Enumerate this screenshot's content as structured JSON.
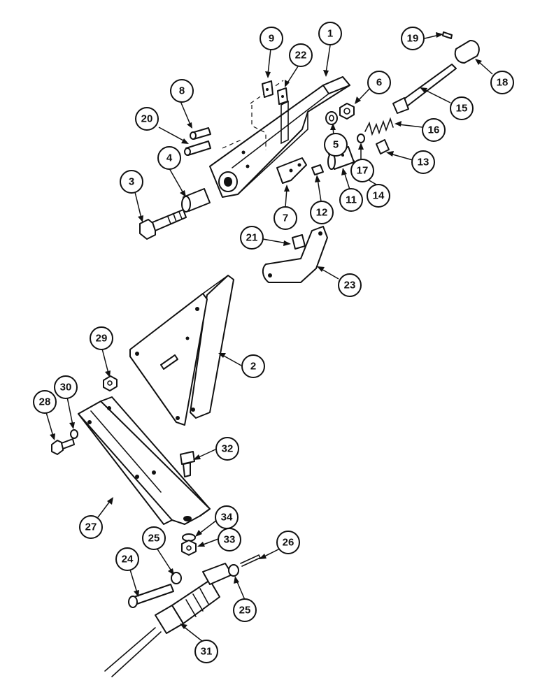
{
  "diagram": {
    "callouts": [
      {
        "id": "c1",
        "label": "1"
      },
      {
        "id": "c2",
        "label": "2"
      },
      {
        "id": "c3",
        "label": "3"
      },
      {
        "id": "c4",
        "label": "4"
      },
      {
        "id": "c5",
        "label": "5"
      },
      {
        "id": "c6",
        "label": "6"
      },
      {
        "id": "c7",
        "label": "7"
      },
      {
        "id": "c8",
        "label": "8"
      },
      {
        "id": "c9",
        "label": "9"
      },
      {
        "id": "c11",
        "label": "11"
      },
      {
        "id": "c12",
        "label": "12"
      },
      {
        "id": "c13",
        "label": "13"
      },
      {
        "id": "c14",
        "label": "14"
      },
      {
        "id": "c15",
        "label": "15"
      },
      {
        "id": "c16",
        "label": "16"
      },
      {
        "id": "c17",
        "label": "17"
      },
      {
        "id": "c18",
        "label": "18"
      },
      {
        "id": "c19",
        "label": "19"
      },
      {
        "id": "c20",
        "label": "20"
      },
      {
        "id": "c21",
        "label": "21"
      },
      {
        "id": "c22",
        "label": "22"
      },
      {
        "id": "c23",
        "label": "23"
      },
      {
        "id": "c24",
        "label": "24"
      },
      {
        "id": "c25a",
        "label": "25"
      },
      {
        "id": "c25b",
        "label": "25"
      },
      {
        "id": "c26",
        "label": "26"
      },
      {
        "id": "c27",
        "label": "27"
      },
      {
        "id": "c28",
        "label": "28"
      },
      {
        "id": "c29",
        "label": "29"
      },
      {
        "id": "c30",
        "label": "30"
      },
      {
        "id": "c31",
        "label": "31"
      },
      {
        "id": "c32",
        "label": "32"
      },
      {
        "id": "c33",
        "label": "33"
      },
      {
        "id": "c34",
        "label": "34"
      }
    ]
  }
}
